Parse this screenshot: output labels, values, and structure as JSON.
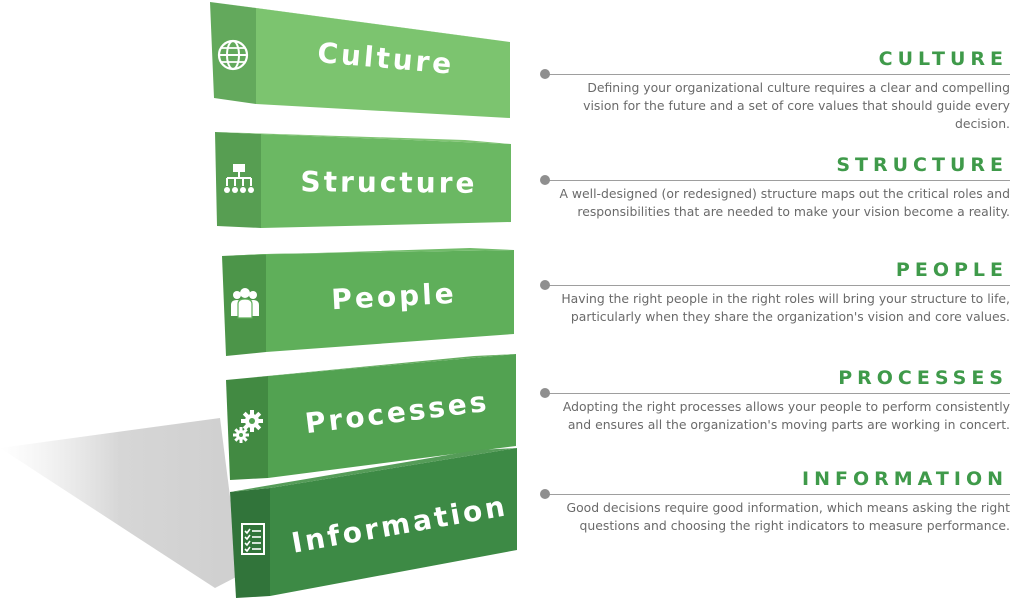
{
  "blocks": [
    {
      "label": "Culture",
      "icon": "globe-icon",
      "front": "#7cc46f",
      "side": "#63a95c"
    },
    {
      "label": "Structure",
      "icon": "org-chart-icon",
      "front": "#6bb863",
      "side": "#579e52"
    },
    {
      "label": "People",
      "icon": "people-icon",
      "front": "#5faf5a",
      "side": "#4c9549"
    },
    {
      "label": "Processes",
      "icon": "gears-icon",
      "front": "#52a251",
      "side": "#428a42"
    },
    {
      "label": "Information",
      "icon": "checklist-icon",
      "front": "#3d8a45",
      "side": "#31743a"
    }
  ],
  "descriptions": [
    {
      "heading": "CULTURE",
      "text": "Defining your organizational culture requires a clear and compelling vision for the future and a set of core values that should guide every decision."
    },
    {
      "heading": "STRUCTURE",
      "text": "A well-designed (or redesigned) structure maps out the critical roles and responsibilities that are needed to make your vision become a reality."
    },
    {
      "heading": "PEOPLE",
      "text": "Having the right people in the right roles will bring your structure to life, particularly when they share the organization's vision and core values."
    },
    {
      "heading": "PROCESSES",
      "text": "Adopting the right processes allows your people to perform consistently and ensures all the organization's moving parts are working in concert."
    },
    {
      "heading": "INFORMATION",
      "text": "Good decisions require good information, which means asking the right questions and choosing the right indicators to measure performance."
    }
  ],
  "colors": {
    "heading": "#3f9a4a",
    "text": "#6a6a6a",
    "rule": "#9e9e9e"
  }
}
